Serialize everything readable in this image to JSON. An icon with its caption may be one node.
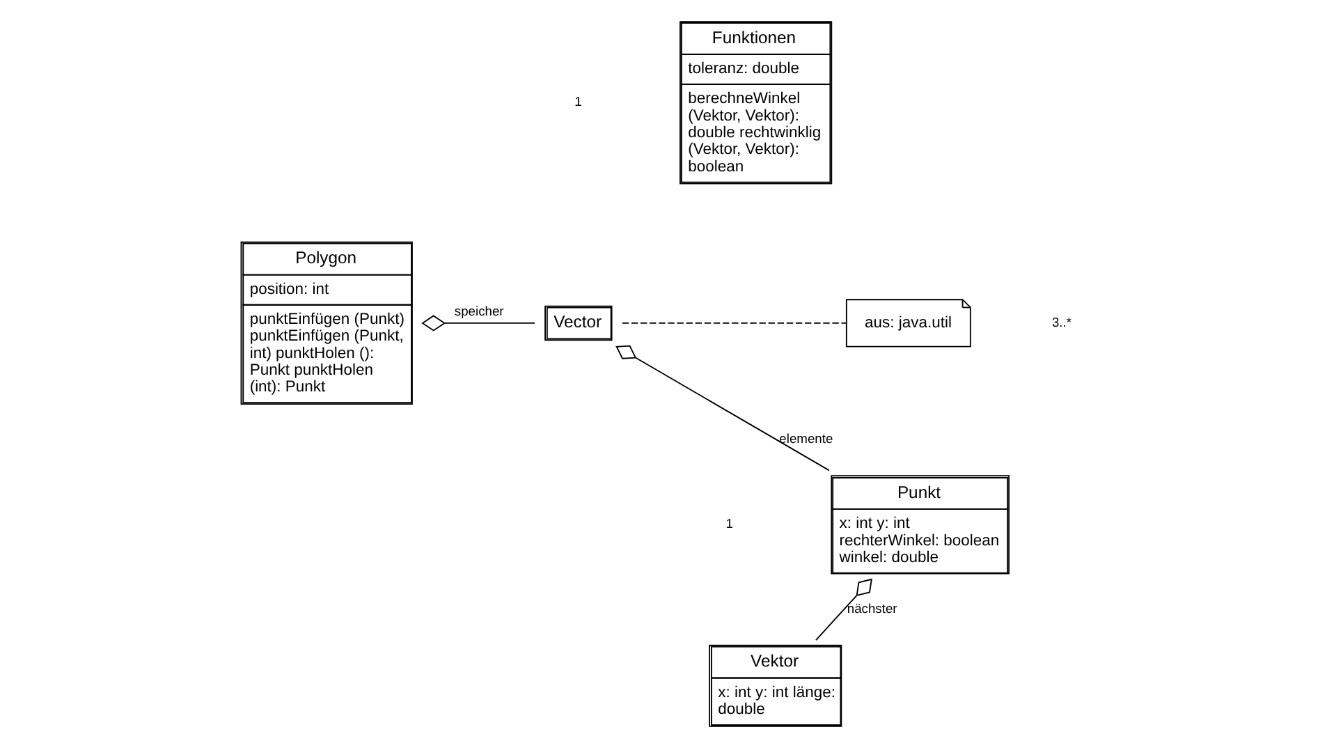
{
  "diagram": {
    "nodes": [
      {
        "text": [
          "Polygon",
          "position: int",
          "punktEinfügen (Punkt) punktEinfügen (Punkt, int) punktHolen (): Punkt punktHolen (int): Punkt"
        ]
      },
      {
        "text": [
          "Vector"
        ]
      },
      {
        "text": [
          "aus: java.util"
        ]
      },
      {
        "text": [
          "Punkt",
          "x: int y: int rechterWinkel: boolean winkel: double"
        ]
      },
      {
        "text": [
          "Funktionen",
          "toleranz: double",
          "berechneWinkel (Vektor, Vektor): double rechtwinklig (Vektor, Vektor): boolean"
        ]
      },
      {
        "text": [
          "Vektor",
          "x: int y: int länge: double"
        ]
      }
    ],
    "edges": [
      {
        "from": 0,
        "to": 1,
        "arrow": "other",
        "label": "speicher"
      },
      {
        "from": 1,
        "to": 3,
        "arrow": "other",
        "label": "elemente"
      },
      {
        "from": 3,
        "to": 5,
        "arrow": "other",
        "label": "nächster"
      },
      {
        "from": 1,
        "to": 2,
        "arrow": "none",
        "style": "dashed"
      }
    ],
    "labels": [
      "1",
      "3..*",
      "1"
    ]
  }
}
